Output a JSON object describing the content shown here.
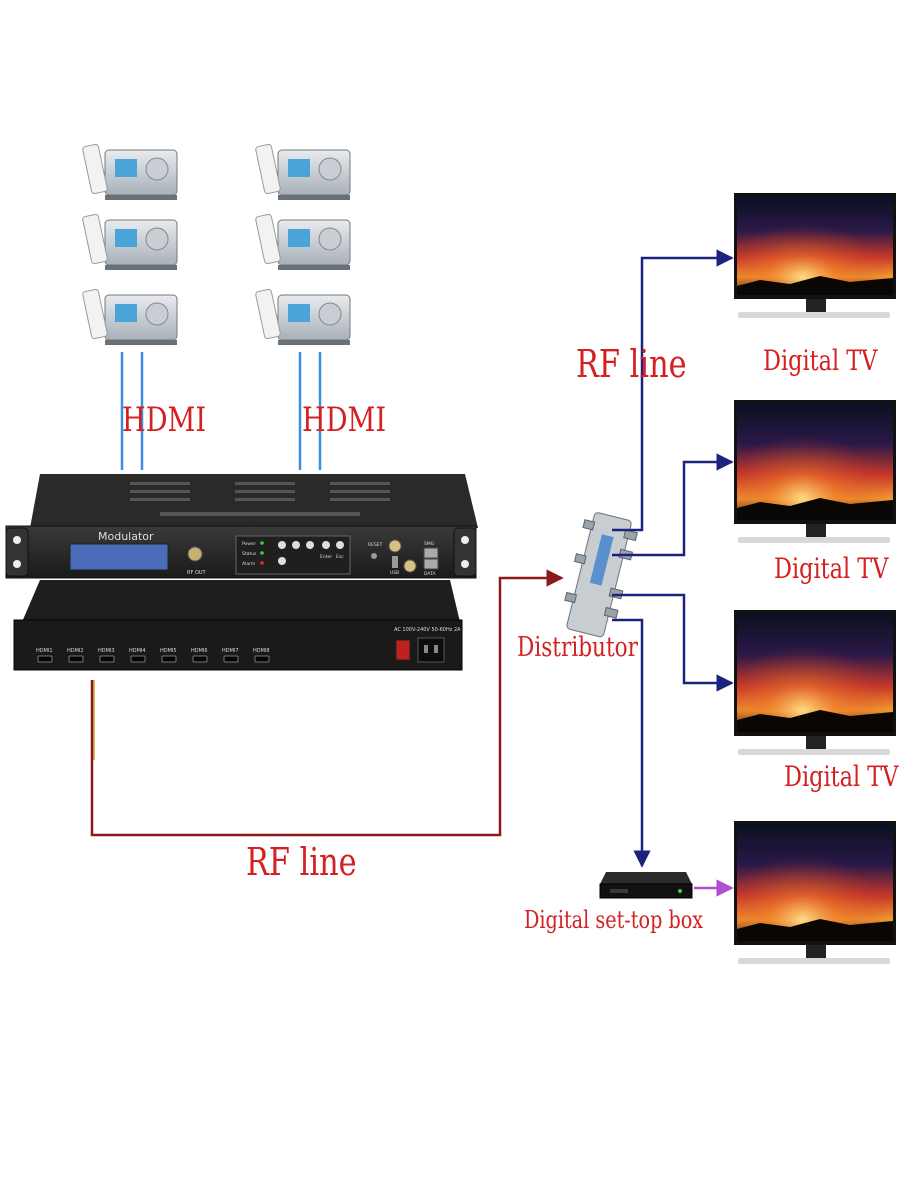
{
  "labels": {
    "hdmi_left": "HDMI",
    "hdmi_right": "HDMI",
    "rf_top": "RF line",
    "rf_bottom": "RF line",
    "distributor": "Distributor",
    "set_top_box": "Digital set-top box"
  },
  "modulator": {
    "title": "Modulator",
    "rf_out": "RF OUT",
    "reset": "RESET",
    "status_leds": [
      "Power",
      "Status",
      "Alarm"
    ],
    "buttons": [
      "Enter",
      "Esc"
    ],
    "ports_top": [
      "USB",
      "DATA",
      "SMG"
    ],
    "hdmi_ports": [
      "HDMI1",
      "HDMI2",
      "HDMI3",
      "HDMI4",
      "HDMI5",
      "HDMI6",
      "HDMI7",
      "HDMI8"
    ],
    "power_spec": "AC 100V-240V 50-60Hz 2A"
  },
  "tvs": [
    {
      "label": "Digital TV"
    },
    {
      "label": "Digital TV"
    },
    {
      "label": "Digital TV"
    },
    {
      "label": ""
    }
  ],
  "colors": {
    "rf_line": "#8b1a1a",
    "hdmi_line": "#3a8fe0",
    "tv_line": "#1a237e",
    "stb_arrow": "#b04fd0",
    "label_red": "#d42020"
  }
}
